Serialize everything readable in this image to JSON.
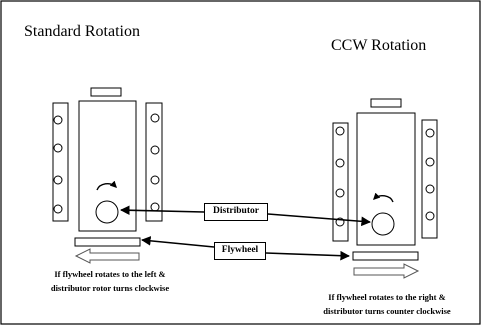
{
  "titles": {
    "standard": "Standard Rotation",
    "ccw": "CCW Rotation"
  },
  "labels": {
    "distributor": "Distributor",
    "flywheel": "Flywheel"
  },
  "captions": {
    "standard_line1": "If flywheel rotates to the left &",
    "standard_line2": "distributor rotor turns clockwise",
    "ccw_line1": "If flywheel rotates to the right &",
    "ccw_line2": "distributor turns counter clockwise"
  },
  "colors": {
    "stroke": "#000000",
    "background": "#ffffff",
    "arrow_outline": "#555555"
  },
  "icons": {
    "standard_rotation": "clockwise-arrow-icon",
    "ccw_rotation": "counter-clockwise-arrow-icon",
    "standard_flywheel_direction": "left-arrow-icon",
    "ccw_flywheel_direction": "right-arrow-icon"
  }
}
